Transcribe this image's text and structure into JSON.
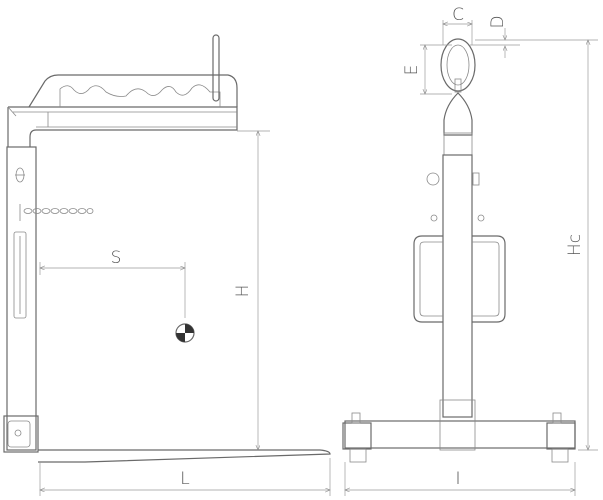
{
  "title": "Forklift crane hook attachment – side and front view",
  "dimensions": {
    "C": "C",
    "D": "D",
    "E": "E",
    "Hc": "Hc",
    "H": "H",
    "S": "S",
    "L": "L",
    "I": "I"
  },
  "colors": {
    "line": "#6a6a6a",
    "dimension": "#9a9a9a"
  }
}
